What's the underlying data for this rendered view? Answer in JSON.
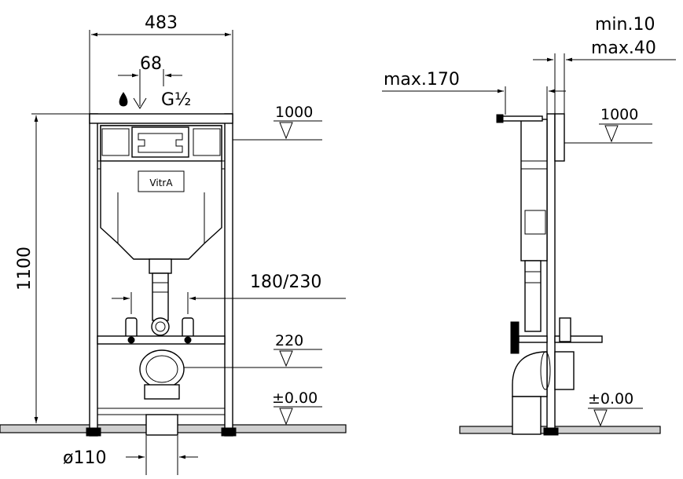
{
  "front_view": {
    "dim_width": "483",
    "dim_inlet_offset": "68",
    "dim_height": "1100",
    "dim_bolt_spacing": "180/230",
    "dim_waste_diameter": "ø110",
    "level_top": "1000",
    "level_outlet": "220",
    "level_floor": "±0.00",
    "water_inlet_size": "G½",
    "brand": "VitrA"
  },
  "side_view": {
    "dim_wall_min": "min.10",
    "dim_wall_max": "max.40",
    "dim_depth": "max.170",
    "level_top": "1000",
    "level_floor": "±0.00"
  }
}
